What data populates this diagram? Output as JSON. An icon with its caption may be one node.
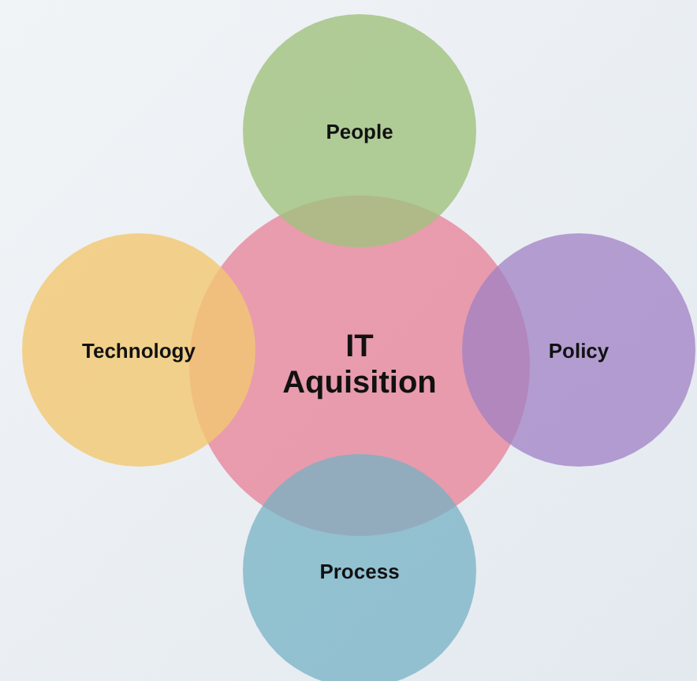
{
  "diagram": {
    "nodes": [
      {
        "text": [
          "People"
        ]
      },
      {
        "text": [
          "Technology"
        ]
      },
      {
        "text": [
          "IT Aquisition"
        ]
      },
      {
        "text": [
          "Policy"
        ]
      },
      {
        "text": [
          "Process"
        ]
      }
    ]
  }
}
